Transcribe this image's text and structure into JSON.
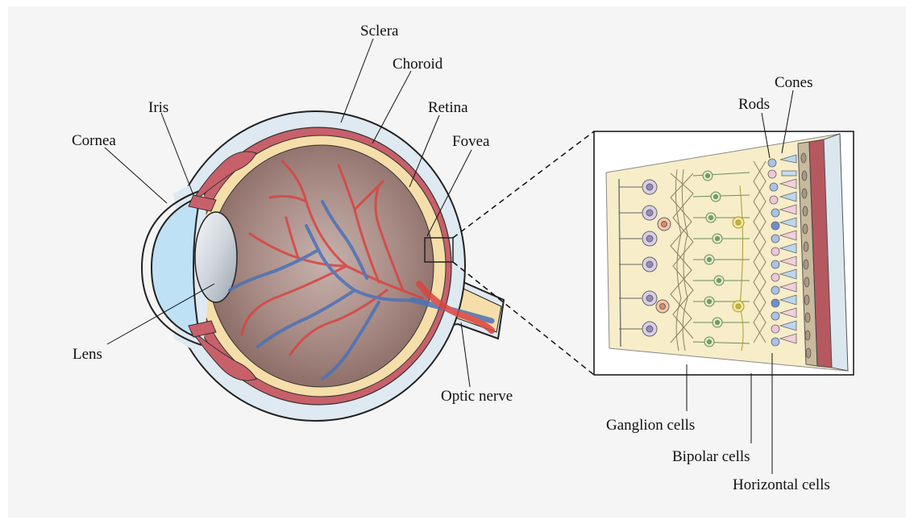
{
  "figure": {
    "header_text": "",
    "labels": {
      "sclera": "Sclera",
      "choroid": "Choroid",
      "iris": "Iris",
      "retina": "Retina",
      "cornea": "Cornea",
      "fovea": "Fovea",
      "lens": "Lens",
      "optic_nerve": "Optic nerve",
      "rods": "Rods",
      "cones": "Cones",
      "ganglion_cells": "Ganglion cells",
      "bipolar_cells": "Bipolar cells",
      "horizontal_cells": "Horizontal cells"
    },
    "colors": {
      "background": "#f5f5f5",
      "sclera": "#dfe9f1",
      "choroid": "#c8606a",
      "retina": "#f5dea9",
      "vitreous": "#a88a84",
      "cornea": "#bfe1f5",
      "artery": "#d94440",
      "vein": "#4a72b8"
    }
  }
}
